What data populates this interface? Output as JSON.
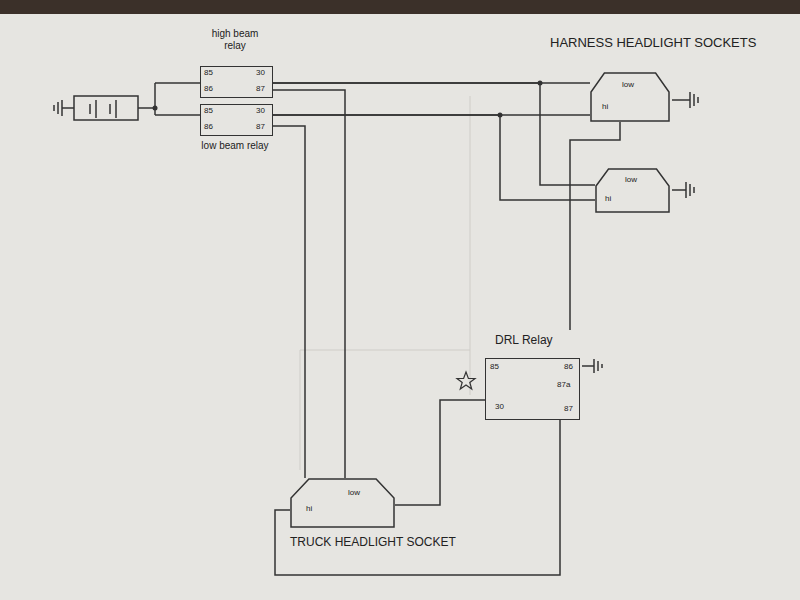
{
  "diagram": {
    "nodes": [
      {
        "text": [
          "high beam relay",
          "85",
          "86",
          "30",
          "87"
        ]
      },
      {
        "text": [
          "low beam relay",
          "85",
          "86",
          "30",
          "87"
        ]
      },
      {
        "text": [
          "HARNESS HEADLIGHT SOCKETS",
          "low",
          "hi"
        ]
      },
      {
        "text": [
          "low",
          "hi"
        ]
      },
      {
        "text": [
          "DRL Relay",
          "85",
          "86",
          "87a",
          "30",
          "87"
        ]
      },
      {
        "text": [
          "TRUCK HEADLIGHT SOCKET",
          "hi",
          "low"
        ]
      }
    ],
    "edges": [
      {
        "from": 0,
        "to": 2,
        "arrow": "none"
      },
      {
        "from": 0,
        "to": 3,
        "arrow": "none"
      },
      {
        "from": 1,
        "to": 2,
        "arrow": "none"
      },
      {
        "from": 1,
        "to": 3,
        "arrow": "none"
      },
      {
        "from": 5,
        "to": 0,
        "arrow": "none"
      },
      {
        "from": 5,
        "to": 1,
        "arrow": "none"
      },
      {
        "from": 4,
        "to": 2,
        "arrow": "none"
      },
      {
        "from": 5,
        "to": 4,
        "arrow": "none"
      },
      {
        "from": 5,
        "to": 4,
        "arrow": "none"
      }
    ]
  }
}
